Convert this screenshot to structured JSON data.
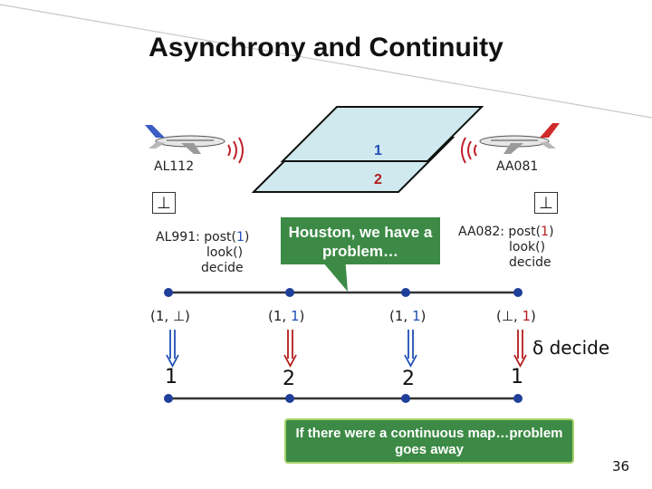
{
  "title": "Asynchrony and Continuity",
  "aircraft_left": {
    "name": "AL112"
  },
  "aircraft_right": {
    "name": "AA081"
  },
  "bottom_symbol": "⊥",
  "layers": {
    "top": "1",
    "bottom": "2"
  },
  "left_process": {
    "prefix": "AL991: post(",
    "value": "1",
    "suffix": ")",
    "line2": "look()",
    "line3": "decide"
  },
  "right_process": {
    "prefix": "AA082: post(",
    "value": "1",
    "suffix": ")",
    "line2": "look()",
    "line3": "decide"
  },
  "callout_houston": "Houston, we have a problem…",
  "callout_continuous": "If there were a continuous map…problem goes away",
  "states": [
    {
      "open": "(1, ",
      "a": "⊥",
      "close": ")"
    },
    {
      "open": "(1, ",
      "a": "1",
      "close": ")"
    },
    {
      "open": "(1, ",
      "a": "1",
      "close": ")"
    },
    {
      "open": "(",
      "a": "⊥",
      "mid": ", ",
      "b": "1",
      "close": ")"
    }
  ],
  "decide_label": "δ decide",
  "outputs": [
    "1",
    "2",
    "2",
    "1"
  ],
  "page_number": "36",
  "colors": {
    "blue": "#1f4fb5",
    "red": "#b31b1b",
    "green": "#3c8a45",
    "node": "#1f3f9a"
  }
}
